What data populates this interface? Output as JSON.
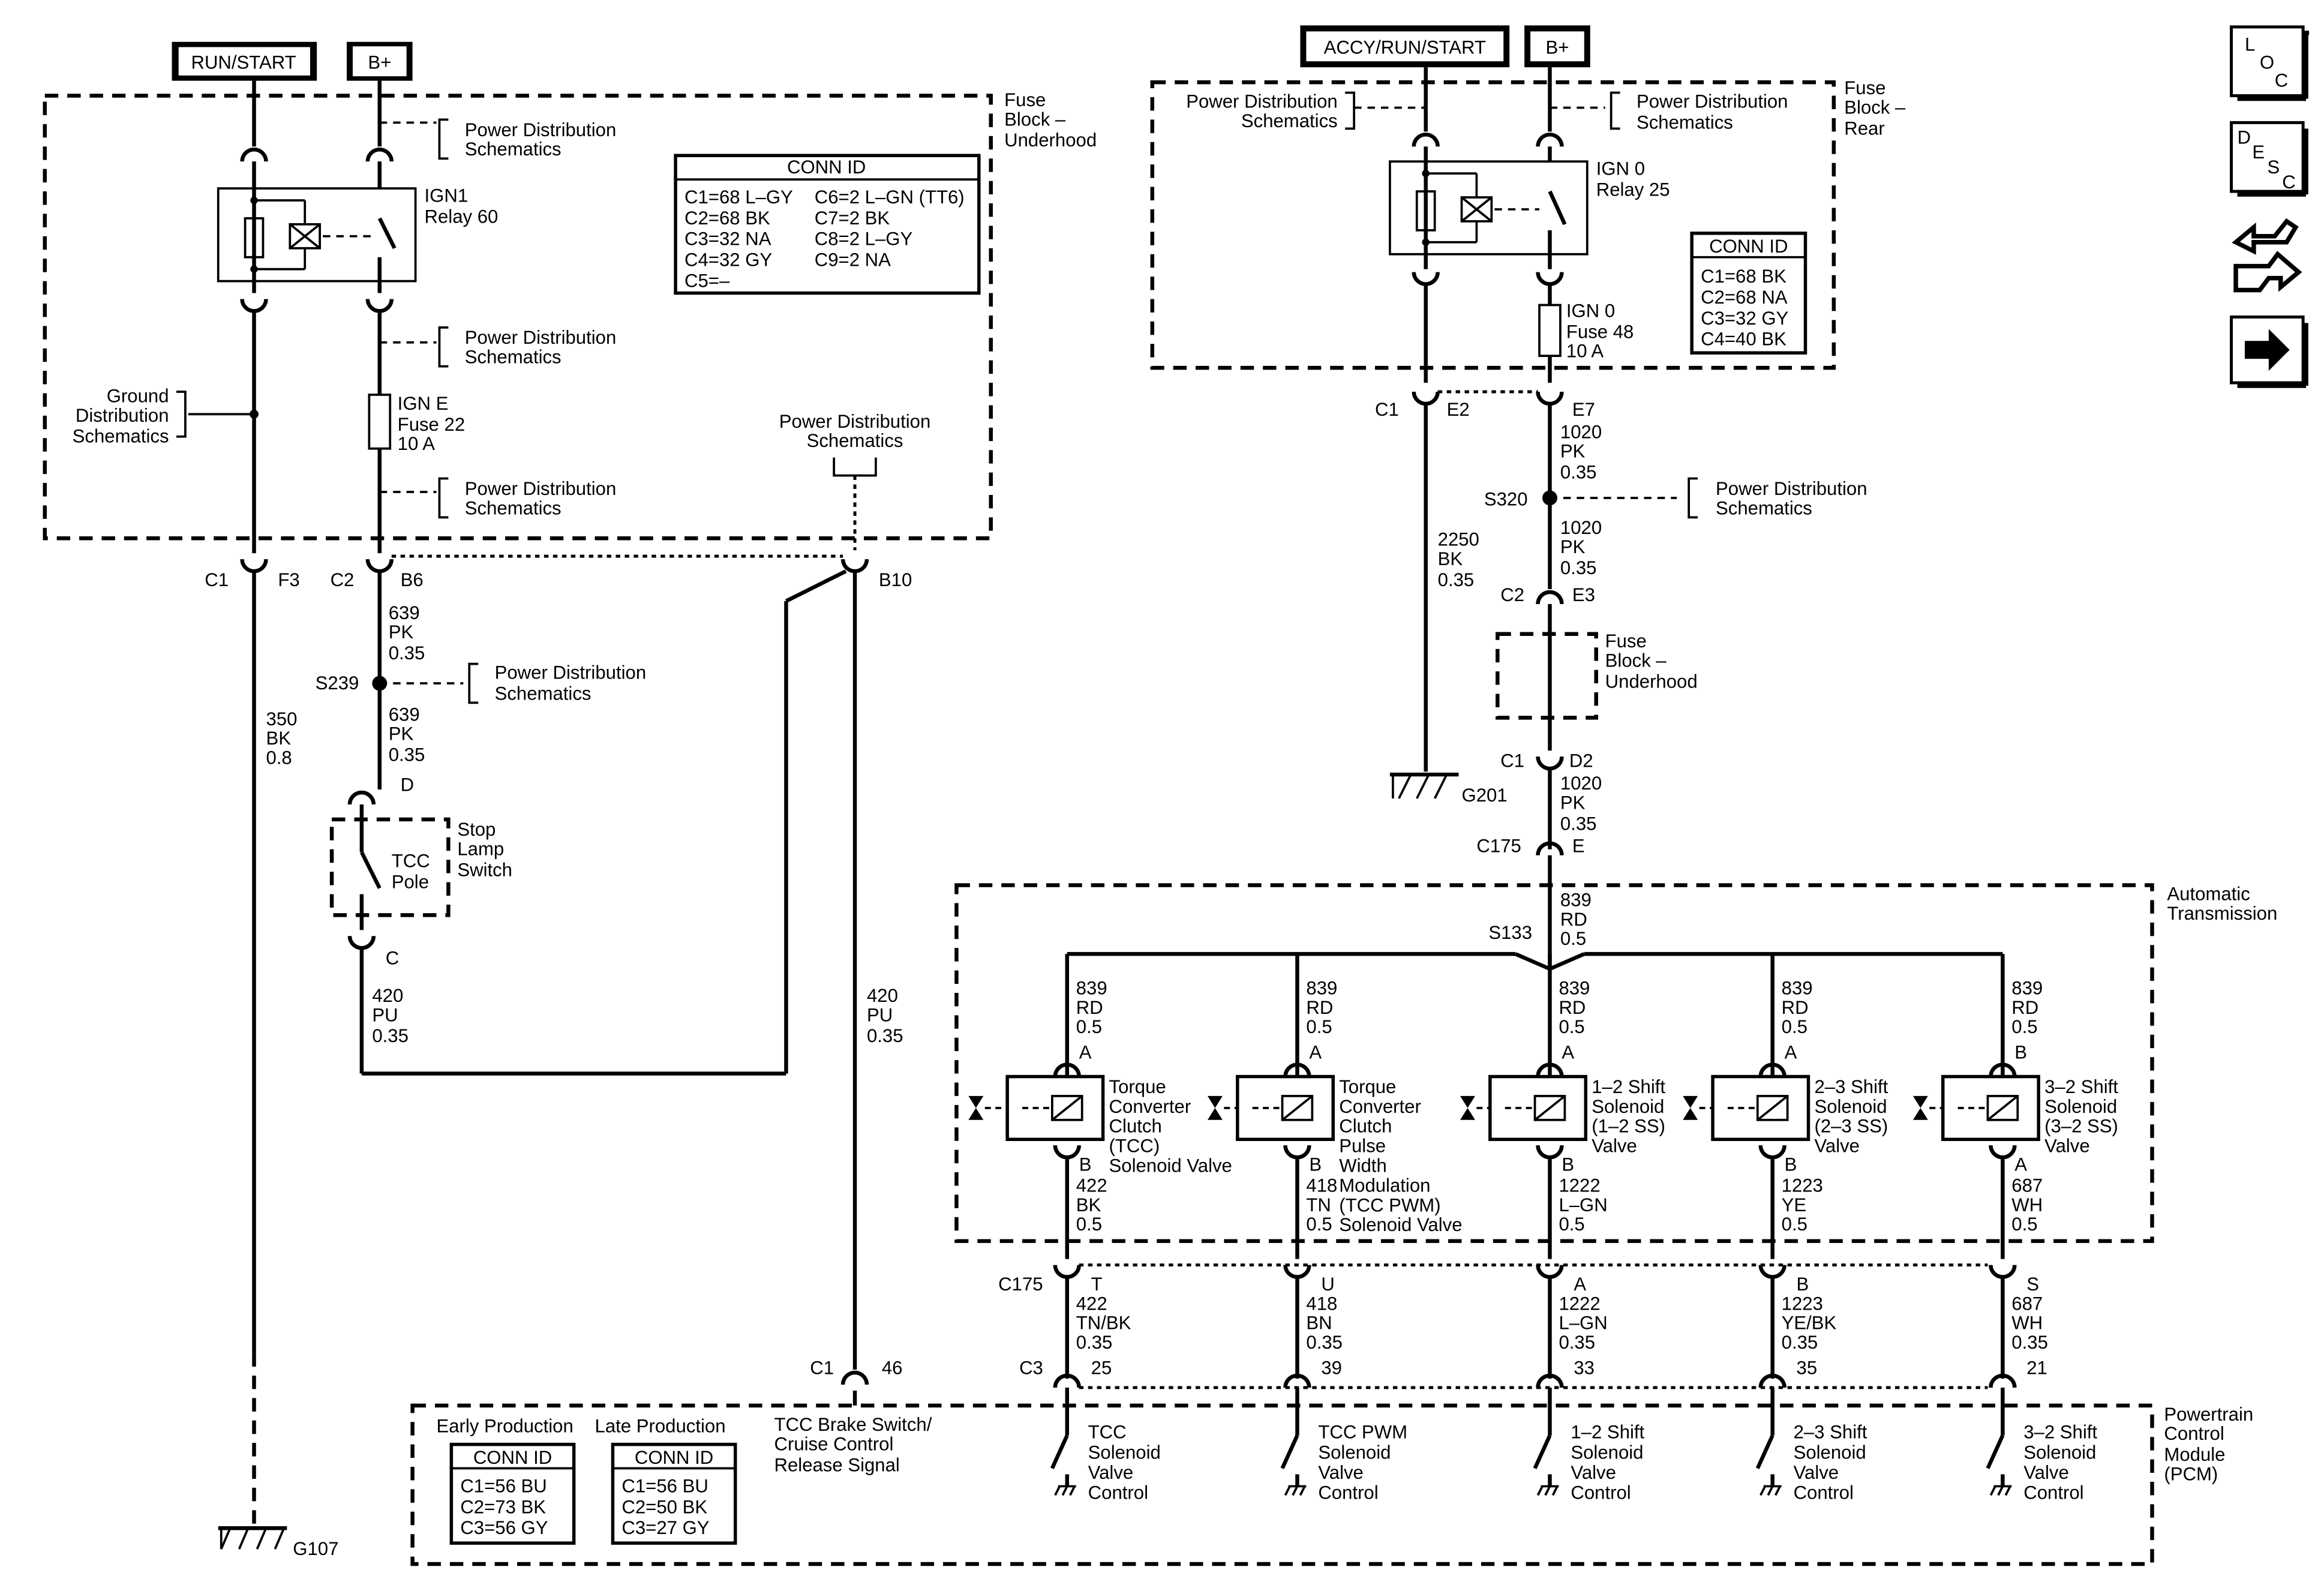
{
  "power_labels": {
    "run_start": "RUN/START",
    "b_plus_left": "B+",
    "accy_run_start": "ACCY/RUN/START",
    "b_plus_right": "B+"
  },
  "fuse_block_underhood": {
    "l1": "Fuse",
    "l2": "Block –",
    "l3": "Underhood"
  },
  "fuse_block_rear": {
    "l1": "Fuse",
    "l2": "Block –",
    "l3": "Rear"
  },
  "fuse_block_underhood_2": {
    "l1": "Fuse",
    "l2": "Block –",
    "l3": "Underhood"
  },
  "pds": {
    "l1": "Power Distribution",
    "l2": "Schematics"
  },
  "gds": {
    "l1": "Ground",
    "l2": "Distribution",
    "l3": "Schematics"
  },
  "ign1_relay": {
    "l1": "IGN1",
    "l2": "Relay 60"
  },
  "ign_e_fuse": {
    "l1": "IGN E",
    "l2": "Fuse 22",
    "l3": "10 A"
  },
  "ign0_relay": {
    "l1": "IGN 0",
    "l2": "Relay 25"
  },
  "ign0_fuse": {
    "l1": "IGN 0",
    "l2": "Fuse 48",
    "l3": "10 A"
  },
  "conn_underhood": {
    "title": "CONN ID",
    "rows": [
      [
        "C1=68 L–GY",
        "C6=2 L–GN (TT6)"
      ],
      [
        "C2=68 BK",
        "C7=2 BK"
      ],
      [
        "C3=32 NA",
        "C8=2 L–GY"
      ],
      [
        "C4=32 GY",
        "C9=2 NA"
      ],
      [
        "C5=–",
        ""
      ]
    ]
  },
  "conn_rear": {
    "title": "CONN ID",
    "rows": [
      "C1=68 BK",
      "C2=68 NA",
      "C3=32 GY",
      "C4=40 BK"
    ]
  },
  "conn_early": {
    "heading": "Early Production",
    "title": "CONN ID",
    "rows": [
      "C1=56 BU",
      "C2=73 BK",
      "C3=56 GY"
    ]
  },
  "conn_late": {
    "heading": "Late Production",
    "title": "CONN ID",
    "rows": [
      "C1=56 BU",
      "C2=50 BK",
      "C3=27 GY"
    ]
  },
  "connectors": {
    "c1": "C1",
    "f3": "F3",
    "c2": "C2",
    "b6": "B6",
    "b10": "B10",
    "c1b": "C1",
    "e2": "E2",
    "e7": "E7",
    "c2b": "C2",
    "e3": "E3",
    "c1c": "C1",
    "d2": "D2",
    "c175a": "C175",
    "e": "E",
    "c175b": "C175",
    "c3": "C3",
    "c1d": "C1",
    "p46": "46",
    "d": "D",
    "c": "C"
  },
  "splices": {
    "s239": "S239",
    "s320": "S320",
    "s133": "S133"
  },
  "grounds": {
    "g107": "G107",
    "g201": "G201"
  },
  "wires": {
    "w350": [
      "350",
      "BK",
      "0.8"
    ],
    "w639a": [
      "639",
      "PK",
      "0.35"
    ],
    "w639b": [
      "639",
      "PK",
      "0.35"
    ],
    "w420a": [
      "420",
      "PU",
      "0.35"
    ],
    "w420b": [
      "420",
      "PU",
      "0.35"
    ],
    "w1020a": [
      "1020",
      "PK",
      "0.35"
    ],
    "w1020b": [
      "1020",
      "PK",
      "0.35"
    ],
    "w1020c": [
      "1020",
      "PK",
      "0.35"
    ],
    "w2250": [
      "2250",
      "BK",
      "0.35"
    ],
    "w839": [
      "839",
      "RD",
      "0.5"
    ]
  },
  "stop_lamp": {
    "label1": "TCC",
    "label2": "Pole",
    "name1": "Stop",
    "name2": "Lamp",
    "name3": "Switch"
  },
  "auto_trans": {
    "l1": "Automatic",
    "l2": "Transmission"
  },
  "pcm": {
    "l1": "Powertrain",
    "l2": "Control",
    "l3": "Module",
    "l4": "(PCM)"
  },
  "tcc_brake": {
    "l1": "TCC Brake Switch/",
    "l2": "Cruise Control",
    "l3": "Release Signal"
  },
  "solenoids": [
    {
      "top": [
        "839",
        "RD",
        "0.5"
      ],
      "pin_top": "A",
      "pin_bot": "B",
      "bot": [
        "422",
        "BK",
        "0.5"
      ],
      "name": [
        "Torque",
        "Converter",
        "Clutch",
        "(TCC)",
        "Solenoid Valve"
      ],
      "c175_pin": "T",
      "c175_wire": [
        "422",
        "TN/BK",
        "0.35"
      ],
      "c3_pin": "25",
      "pcm": [
        "TCC",
        "Solenoid",
        "Valve",
        "Control"
      ]
    },
    {
      "top": [
        "839",
        "RD",
        "0.5"
      ],
      "pin_top": "A",
      "pin_bot": "B",
      "bot": [
        "418",
        "TN",
        "0.5"
      ],
      "name": [
        "Torque",
        "Converter",
        "Clutch",
        "Pulse",
        "Width",
        "Modulation",
        "(TCC PWM)",
        "Solenoid Valve"
      ],
      "c175_pin": "U",
      "c175_wire": [
        "418",
        "BN",
        "0.35"
      ],
      "c3_pin": "39",
      "pcm": [
        "TCC PWM",
        "Solenoid",
        "Valve",
        "Control"
      ]
    },
    {
      "top": [
        "839",
        "RD",
        "0.5"
      ],
      "pin_top": "A",
      "pin_bot": "B",
      "bot": [
        "1222",
        "L–GN",
        "0.5"
      ],
      "name": [
        "1–2 Shift",
        "Solenoid",
        "(1–2 SS)",
        "Valve"
      ],
      "c175_pin": "A",
      "c175_wire": [
        "1222",
        "L–GN",
        "0.35"
      ],
      "c3_pin": "33",
      "pcm": [
        "1–2 Shift",
        "Solenoid",
        "Valve",
        "Control"
      ]
    },
    {
      "top": [
        "839",
        "RD",
        "0.5"
      ],
      "pin_top": "A",
      "pin_bot": "B",
      "bot": [
        "1223",
        "YE",
        "0.5"
      ],
      "name": [
        "2–3 Shift",
        "Solenoid",
        "(2–3 SS)",
        "Valve"
      ],
      "c175_pin": "B",
      "c175_wire": [
        "1223",
        "YE/BK",
        "0.35"
      ],
      "c3_pin": "35",
      "pcm": [
        "2–3 Shift",
        "Solenoid",
        "Valve",
        "Control"
      ]
    },
    {
      "top": [
        "839",
        "RD",
        "0.5"
      ],
      "pin_top": "B",
      "pin_bot": "A",
      "bot": [
        "687",
        "WH",
        "0.5"
      ],
      "name": [
        "3–2 Shift",
        "Solenoid",
        "(3–2 SS)",
        "Valve"
      ],
      "c175_pin": "S",
      "c175_wire": [
        "687",
        "WH",
        "0.35"
      ],
      "c3_pin": "21",
      "pcm": [
        "3–2 Shift",
        "Solenoid",
        "Valve",
        "Control"
      ]
    }
  ],
  "nav": {
    "loc": [
      "L",
      "O",
      "C"
    ],
    "desc": [
      "D",
      "E",
      "S",
      "C"
    ]
  }
}
